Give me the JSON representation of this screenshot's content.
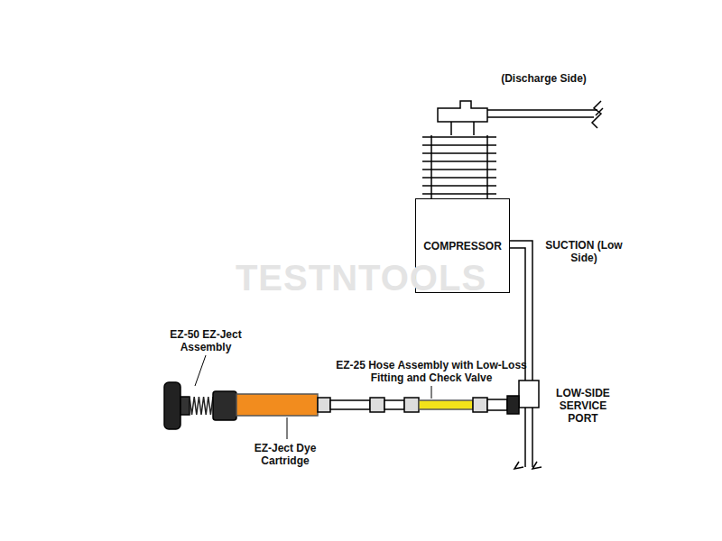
{
  "diagram": {
    "nodes": [
      {
        "text": [
          "COMPRESSOR"
        ]
      }
    ],
    "labels": [
      "(Discharge Side)",
      "SUCTION (Low Side)",
      "LOW-SIDE SERVICE PORT",
      "EZ-50 EZ-Ject Assembly",
      "EZ-25 Hose Assembly with Low-Loss Fitting and Check Valve",
      "EZ-Ject Dye Cartridge",
      "TESTNTOOLS"
    ]
  }
}
